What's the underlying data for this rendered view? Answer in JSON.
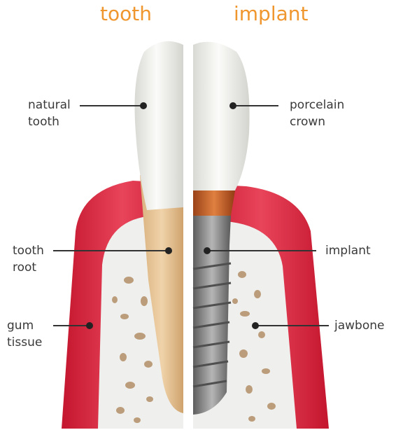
{
  "headings": {
    "left": "tooth",
    "right": "implant"
  },
  "labels": {
    "natural_tooth": [
      "natural",
      "tooth"
    ],
    "tooth_root": [
      "tooth",
      "root"
    ],
    "gum_tissue": [
      "gum",
      "tissue"
    ],
    "porcelain_crown": [
      "porcelain",
      "crown"
    ],
    "implant": [
      "implant"
    ],
    "jawbone": [
      "jawbone"
    ]
  },
  "colors": {
    "heading": "#f0962e",
    "gum": "#e2334c",
    "bone": "#ededec",
    "root": "#e8c79b",
    "crown": "#f1f1ee",
    "abutment": "#c8662c",
    "screw": "#8a8a8a"
  }
}
